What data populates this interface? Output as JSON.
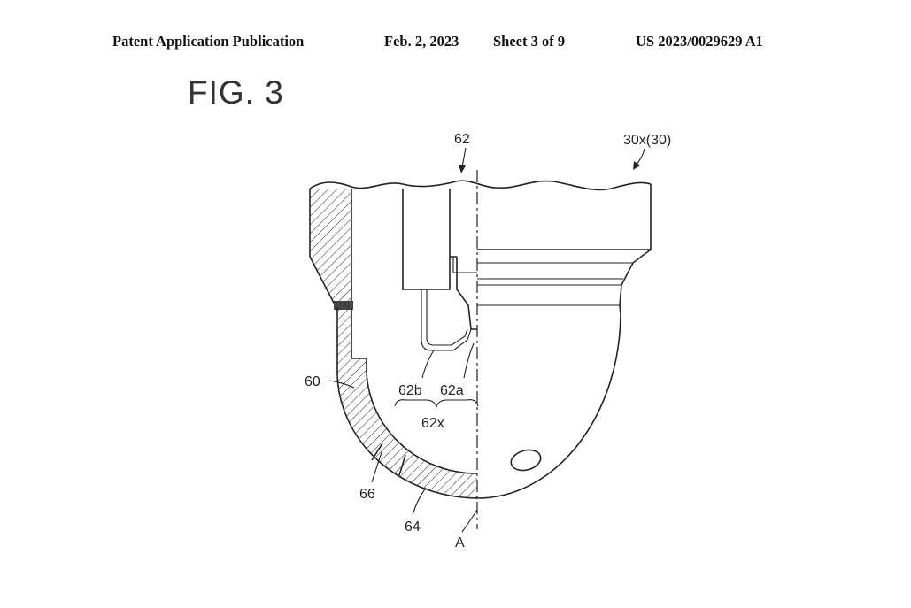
{
  "header": {
    "publication": "Patent Application Publication",
    "date": "Feb. 2, 2023",
    "sheet": "Sheet 3 of 9",
    "number": "US 2023/0029629 A1"
  },
  "figure": {
    "title": "FIG. 3",
    "labels": {
      "member_30x": "30x(30)",
      "part_62": "62",
      "part_60": "60",
      "part_62b": "62b",
      "part_62a": "62a",
      "part_62x": "62x",
      "part_66": "66",
      "part_64": "64",
      "axis_a": "A"
    }
  },
  "colors": {
    "ink": "#222222",
    "paper": "#ffffff"
  }
}
